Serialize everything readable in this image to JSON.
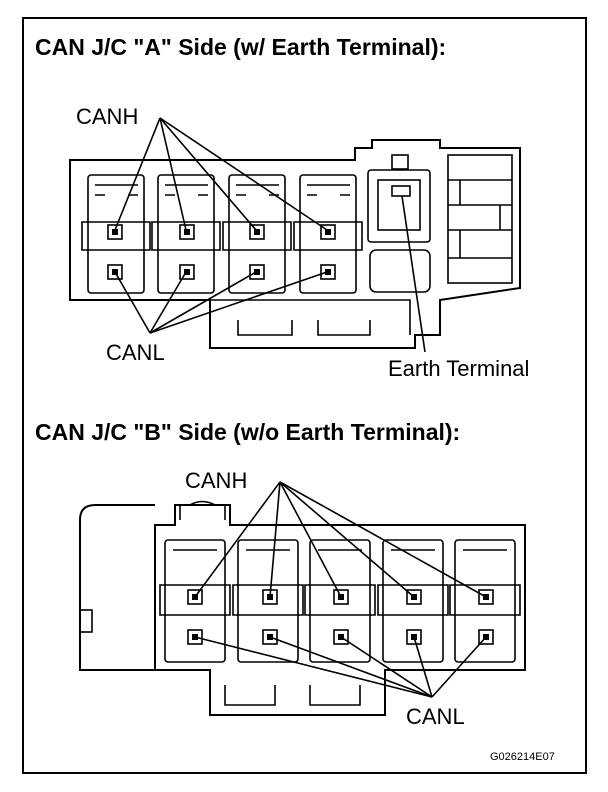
{
  "section_a": {
    "title": "CAN J/C \"A\" Side (w/ Earth Terminal):",
    "canh_label": "CANH",
    "canl_label": "CANL",
    "earth_label": "Earth Terminal"
  },
  "section_b": {
    "title": "CAN J/C \"B\" Side (w/o Earth Terminal):",
    "canh_label": "CANH",
    "canl_label": "CANL"
  },
  "figure_code": "G026214E07"
}
